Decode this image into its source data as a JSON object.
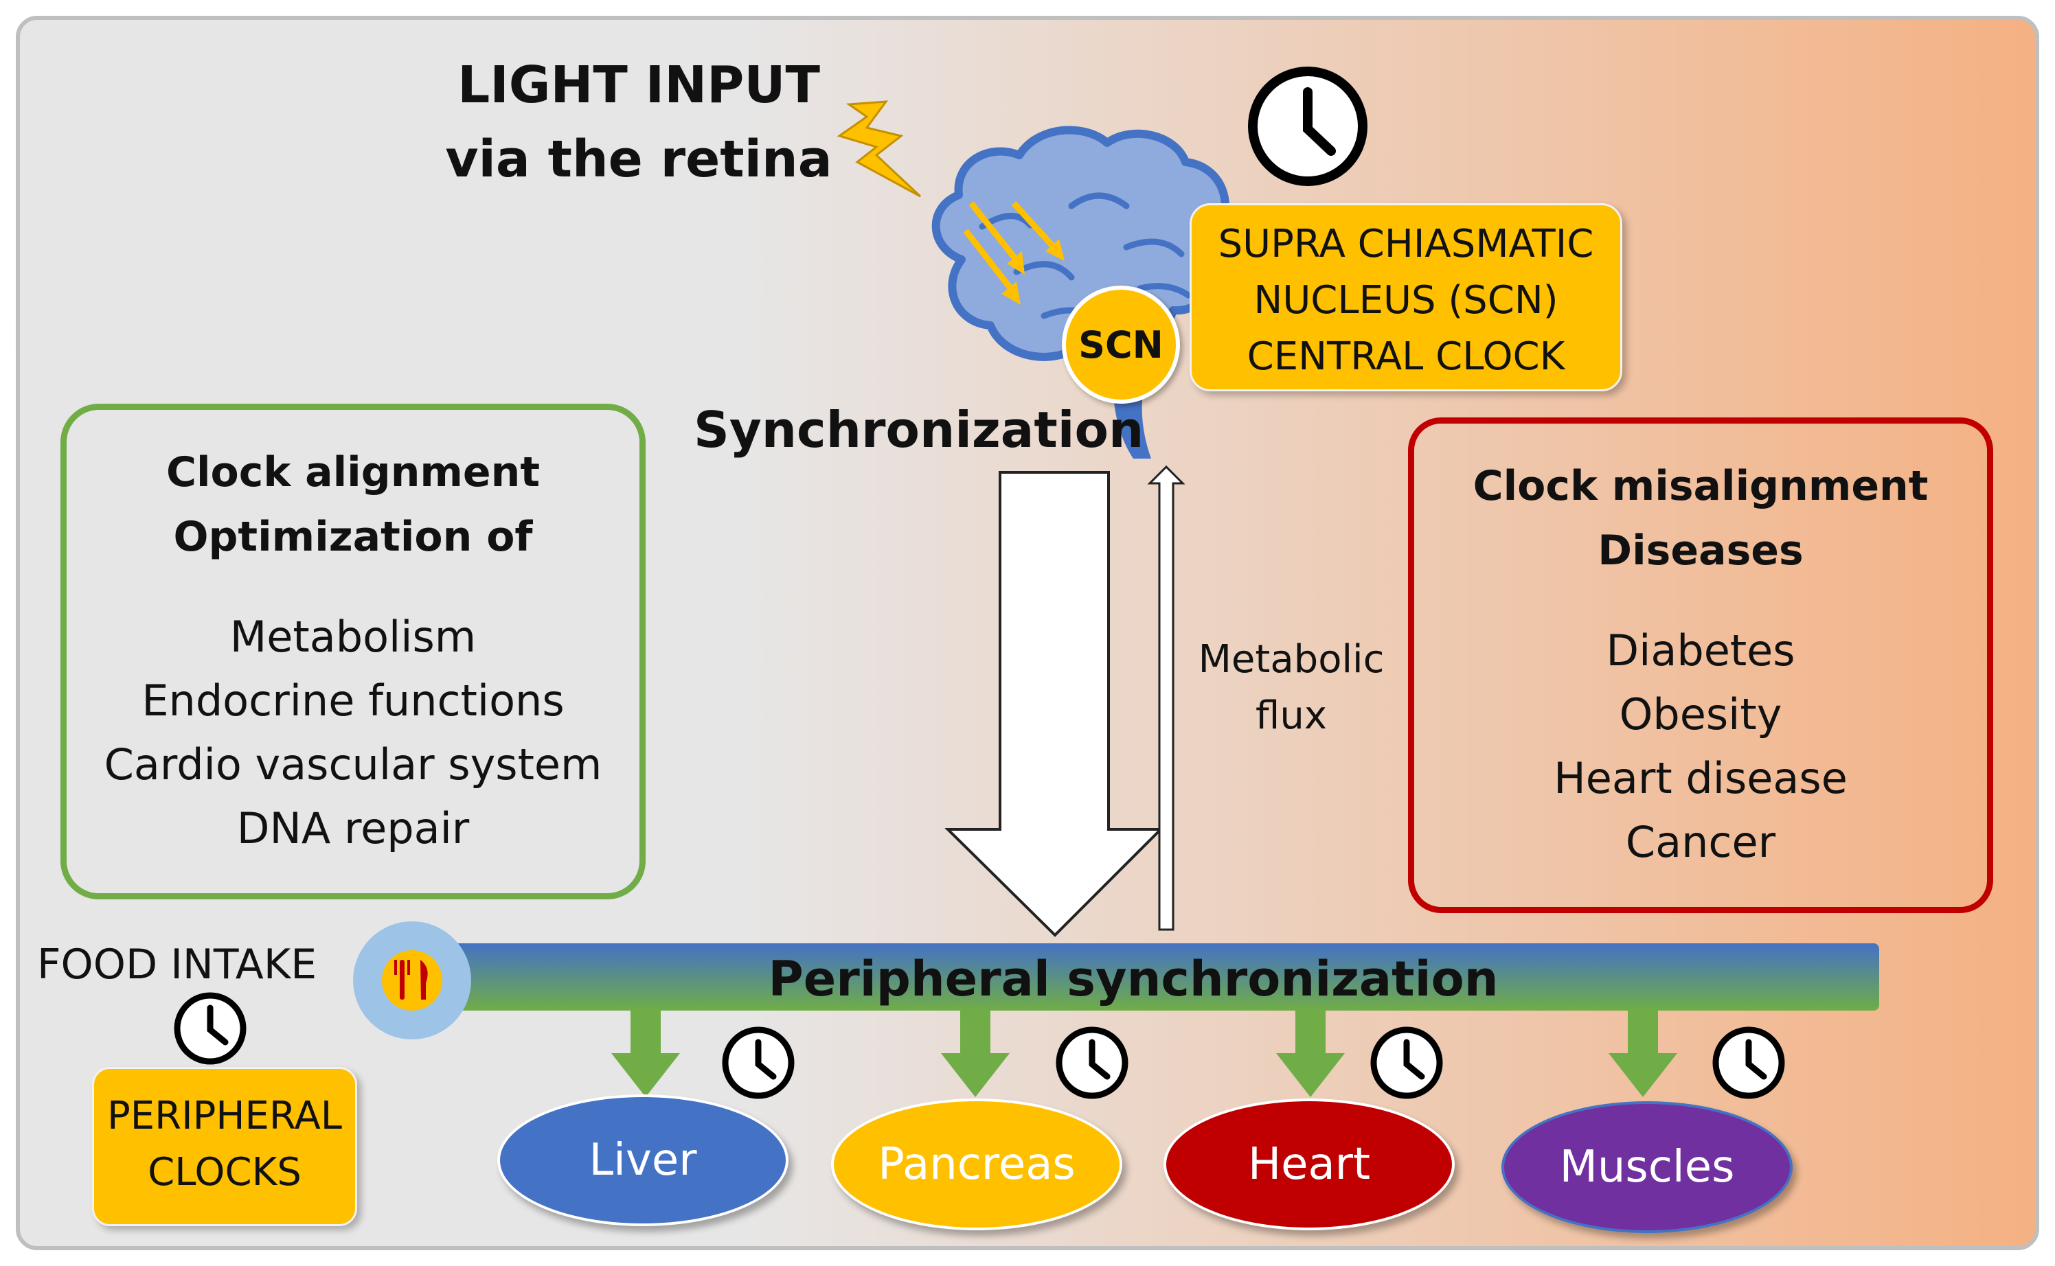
{
  "light_input": {
    "line1": "LIGHT INPUT",
    "line2": "via the retina"
  },
  "scn": {
    "circle_label": "SCN",
    "box_lines": [
      "SUPRA CHIASMATIC",
      "NUCLEUS (SCN)",
      "CENTRAL CLOCK"
    ]
  },
  "synchronization_label": "Synchronization",
  "metabolic_flux": {
    "line1": "Metabolic",
    "line2": "flux"
  },
  "clock_alignment": {
    "title_line1": "Clock alignment",
    "title_line2": "Optimization of",
    "items": [
      "Metabolism",
      "Endocrine functions",
      "Cardio vascular system",
      "DNA repair"
    ]
  },
  "clock_misalignment": {
    "title_line1": "Clock misalignment",
    "title_line2": "Diseases",
    "items": [
      "Diabetes",
      "Obesity",
      "Heart disease",
      "Cancer"
    ]
  },
  "food_intake_label": "FOOD INTAKE",
  "peripheral_clocks": {
    "line1": "PERIPHERAL",
    "line2": "CLOCKS"
  },
  "peripheral_synchronization_label": "Peripheral synchronization",
  "organs": [
    {
      "label": "Liver",
      "color": "#4472c4"
    },
    {
      "label": "Pancreas",
      "color": "#ffc000"
    },
    {
      "label": "Heart",
      "color": "#c00000"
    },
    {
      "label": "Muscles",
      "color": "#7030a0"
    }
  ],
  "colors": {
    "green_box": "#70ad47",
    "red_box": "#c00000",
    "label_yellow": "#ffc000",
    "brain_blue": "#8faadc",
    "bar_blue": "#4472c4",
    "bar_green": "#70ad47"
  },
  "icons": [
    "clock-icon",
    "lightning-icon",
    "brain-icon",
    "fork-knife-icon"
  ]
}
